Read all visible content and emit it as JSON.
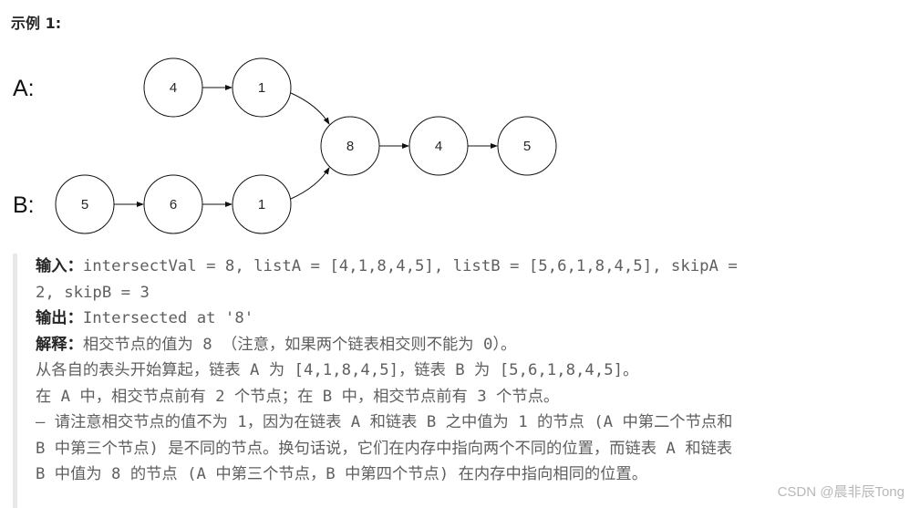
{
  "title": "示例 1:",
  "diagram": {
    "list_labels": [
      "A:",
      "B:"
    ],
    "nodes": {
      "a1": "4",
      "a2": "1",
      "c1": "8",
      "c2": "4",
      "c3": "5",
      "b1": "5",
      "b2": "6",
      "b3": "1"
    },
    "edges": [
      [
        "a1",
        "a2"
      ],
      [
        "a2",
        "c1"
      ],
      [
        "b1",
        "b2"
      ],
      [
        "b2",
        "b3"
      ],
      [
        "b3",
        "c1"
      ],
      [
        "c1",
        "c2"
      ],
      [
        "c2",
        "c3"
      ]
    ]
  },
  "example": {
    "input_label": "输入：",
    "input_line1": "intersectVal = 8, listA = [4,1,8,4,5], listB = [5,6,1,8,4,5], skipA =",
    "input_line2": "2, skipB = 3",
    "output_label": "输出：",
    "output_value": "Intersected at '8'",
    "explain_label": "解释：",
    "explain_lines": [
      "相交节点的值为 8 （注意，如果两个链表相交则不能为 0）。",
      "从各自的表头开始算起，链表 A 为 [4,1,8,4,5]，链表 B 为 [5,6,1,8,4,5]。",
      "在 A 中，相交节点前有 2 个节点；在 B 中，相交节点前有 3 个节点。",
      "— 请注意相交节点的值不为 1，因为在链表 A 和链表 B 之中值为 1 的节点 (A 中第二个节点和",
      "B 中第三个节点) 是不同的节点。换句话说，它们在内存中指向两个不同的位置，而链表 A 和链表",
      "B 中值为 8 的节点 (A 中第三个节点，B 中第四个节点) 在内存中指向相同的位置。"
    ]
  },
  "watermark": "CSDN @晨非辰Tong"
}
